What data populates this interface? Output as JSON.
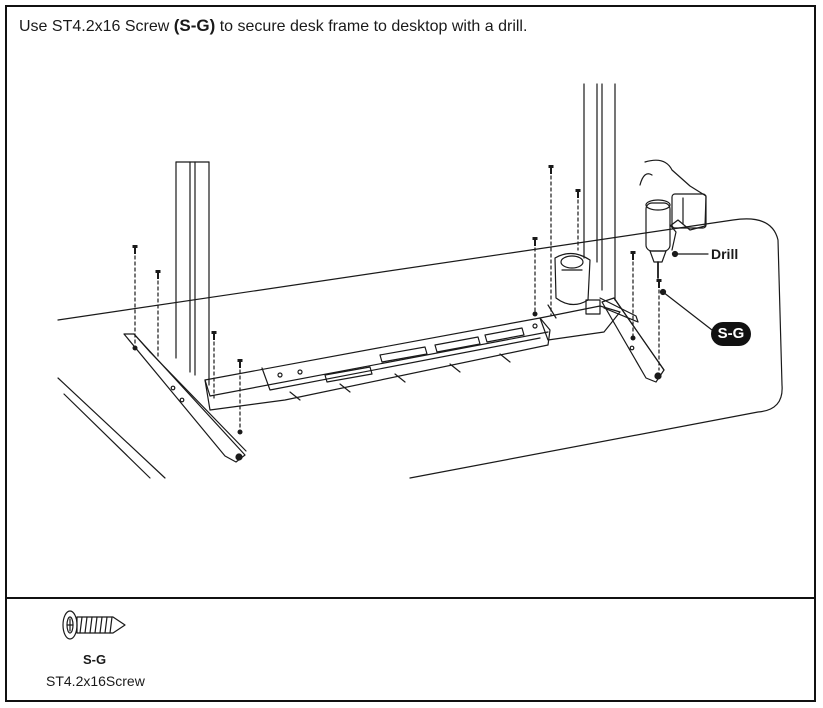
{
  "instruction": {
    "prefix": "Use ST4.2x16 Screw ",
    "code": "(S-G)",
    "suffix": " to secure desk frame to desktop with a drill."
  },
  "callouts": {
    "drill_label": "Drill",
    "screw_badge": "S-G"
  },
  "legend": {
    "name": "S-G",
    "spec": "ST4.2x16Screw"
  },
  "icons": {
    "drill": "drill-icon",
    "screw": "screw-icon"
  },
  "colors": {
    "line": "#1a1a1a",
    "badge_bg": "#111111",
    "badge_text": "#ffffff"
  }
}
